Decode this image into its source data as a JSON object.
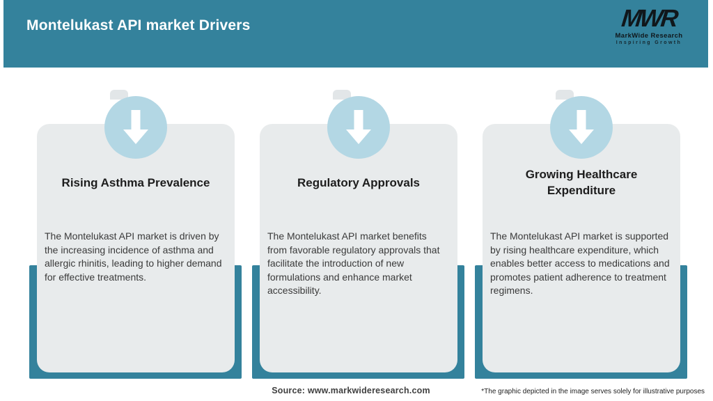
{
  "header": {
    "title": "Montelukast API market Drivers",
    "logo": {
      "monogram": "MWR",
      "name": "MarkWide Research",
      "tagline": "Inspiring Growth"
    }
  },
  "cards": [
    {
      "icon": "arrow-down",
      "title_lines": [
        "Rising Asthma Prevalence"
      ],
      "body_lines": [
        "The Montelukast API market is driven by",
        "the increasing incidence of asthma and",
        "allergic rhinitis, leading to higher demand",
        "for effective treatments."
      ]
    },
    {
      "icon": "arrow-down",
      "title_lines": [
        "Regulatory Approvals"
      ],
      "body_lines": [
        "The Montelukast API market benefits",
        "from favorable regulatory approvals that",
        "facilitate the introduction of new",
        "formulations and enhance market",
        "accessibility."
      ]
    },
    {
      "icon": "arrow-down",
      "title_lines": [
        "Growing Healthcare",
        "Expenditure"
      ],
      "body_lines": [
        "The Montelukast API market is supported",
        "by rising healthcare expenditure, which",
        "enables better access to medications and",
        "promotes patient adherence to treatment",
        "regimens."
      ]
    }
  ],
  "footer": {
    "source": "Source: www.markwideresearch.com",
    "disclaimer": "*The graphic depicted in the image serves solely for illustrative purposes"
  },
  "colors": {
    "teal": "#34829c",
    "card_bg": "#e8ebec",
    "circle_bg": "#b3d7e4",
    "arrow": "#ffffff",
    "notch": "#e2e6e8"
  }
}
